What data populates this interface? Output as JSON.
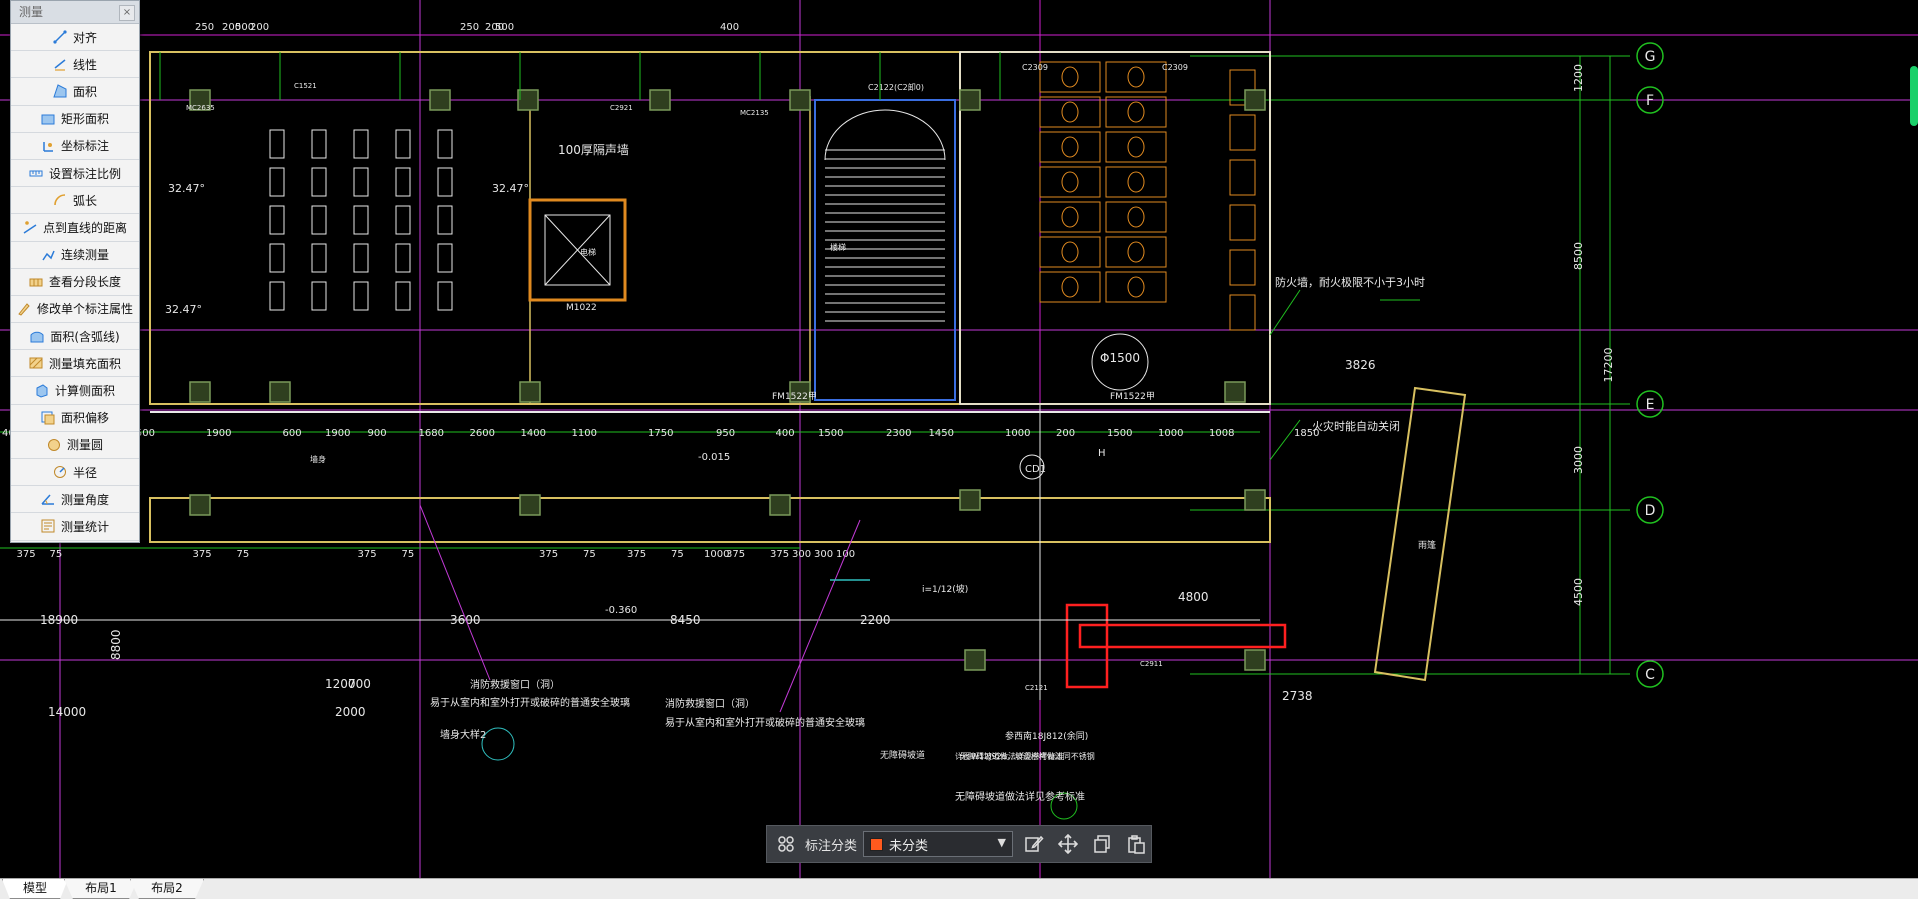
{
  "panel": {
    "title": "测量",
    "close_label": "×",
    "items": [
      {
        "label": "对齐",
        "icon": "align-dimension-icon"
      },
      {
        "label": "线性",
        "icon": "linear-dimension-icon"
      },
      {
        "label": "面积",
        "icon": "area-icon"
      },
      {
        "label": "矩形面积",
        "icon": "rect-area-icon"
      },
      {
        "label": "坐标标注",
        "icon": "coordinate-icon"
      },
      {
        "label": "设置标注比例",
        "icon": "scale-icon"
      },
      {
        "label": "弧长",
        "icon": "arc-length-icon"
      },
      {
        "label": "点到直线的距离",
        "icon": "point-line-distance-icon"
      },
      {
        "label": "连续测量",
        "icon": "continuous-measure-icon"
      },
      {
        "label": "查看分段长度",
        "icon": "segment-length-icon"
      },
      {
        "label": "修改单个标注属性",
        "icon": "edit-dimension-icon"
      },
      {
        "label": "面积(含弧线)",
        "icon": "arc-area-icon"
      },
      {
        "label": "测量填充面积",
        "icon": "hatch-area-icon"
      },
      {
        "label": "计算侧面积",
        "icon": "side-area-icon"
      },
      {
        "label": "面积偏移",
        "icon": "area-offset-icon"
      },
      {
        "label": "测量圆",
        "icon": "circle-measure-icon"
      },
      {
        "label": "半径",
        "icon": "radius-icon"
      },
      {
        "label": "测量角度",
        "icon": "angle-icon"
      },
      {
        "label": "测量统计",
        "icon": "statistics-icon"
      }
    ]
  },
  "floatbar": {
    "label": "标注分类",
    "selected": "未分类",
    "swatch_color": "#ff5a1e",
    "tools": [
      "edit-icon",
      "move-icon",
      "copy-icon",
      "paste-icon"
    ]
  },
  "tabs": [
    "模型",
    "布局1",
    "布局2"
  ],
  "active_tab": "模型",
  "drawing": {
    "grid_labels": [
      "G",
      "F",
      "E",
      "D",
      "C"
    ],
    "dims_right": [
      "1200",
      "8500",
      "17200",
      "3000",
      "4500"
    ],
    "dims_top": [
      "250",
      "200",
      "500",
      "200",
      "250",
      "200",
      "500",
      "400"
    ],
    "dims_row1": [
      "400",
      "1600",
      "1500",
      "1900",
      "600",
      "1900",
      "900",
      "1680",
      "2600",
      "1400",
      "1100",
      "1750",
      "950",
      "400",
      "1500",
      "2300",
      "1450",
      "1000",
      "200",
      "1500",
      "1000",
      "1008",
      "1850"
    ],
    "dims_row2": [
      "375",
      "75",
      "375",
      "75",
      "375",
      "75",
      "375",
      "75",
      "375",
      "75",
      "1000",
      "375",
      "375",
      "300",
      "300",
      "100"
    ],
    "dims_mid": [
      "18900",
      "3600",
      "8450",
      "2200",
      "4800",
      "2738",
      "8800",
      "14000",
      "1200",
      "700",
      "2000",
      "3826"
    ],
    "labels": [
      "100厚隔声墙",
      "防火墙，耐火极限不小于3小时",
      "火灾时能自动关闭",
      "-0.015",
      "-0.360",
      "FM1522甲",
      "FM1522甲",
      "M1022",
      "MC2635",
      "MC2135",
      "C2122(C2卸0)",
      "C2309",
      "C2309",
      "C1521",
      "C2921",
      "C2121",
      "C2911",
      "消防救援窗口（洞）",
      "易于从室内和室外打开或破碎的普通安全玻璃",
      "消防救援窗口（洞）",
      "易于从室内和室外打开或破碎的普通安全玻璃",
      "墙身大样2",
      "无障碍坡道",
      "无障碍坡道做法详见参考标准",
      "参西南18J812(余同)",
      "无障碍坡道做法详见参考标准",
      "详图W12J926，坡道栏杆做法同不锈钢",
      "i=1/12(坡)",
      "Φ1500",
      "32.47°",
      "32.47°",
      "32.47°",
      "CD1",
      "H",
      "雨篷",
      "墙身",
      "楼梯",
      "电梯"
    ]
  }
}
